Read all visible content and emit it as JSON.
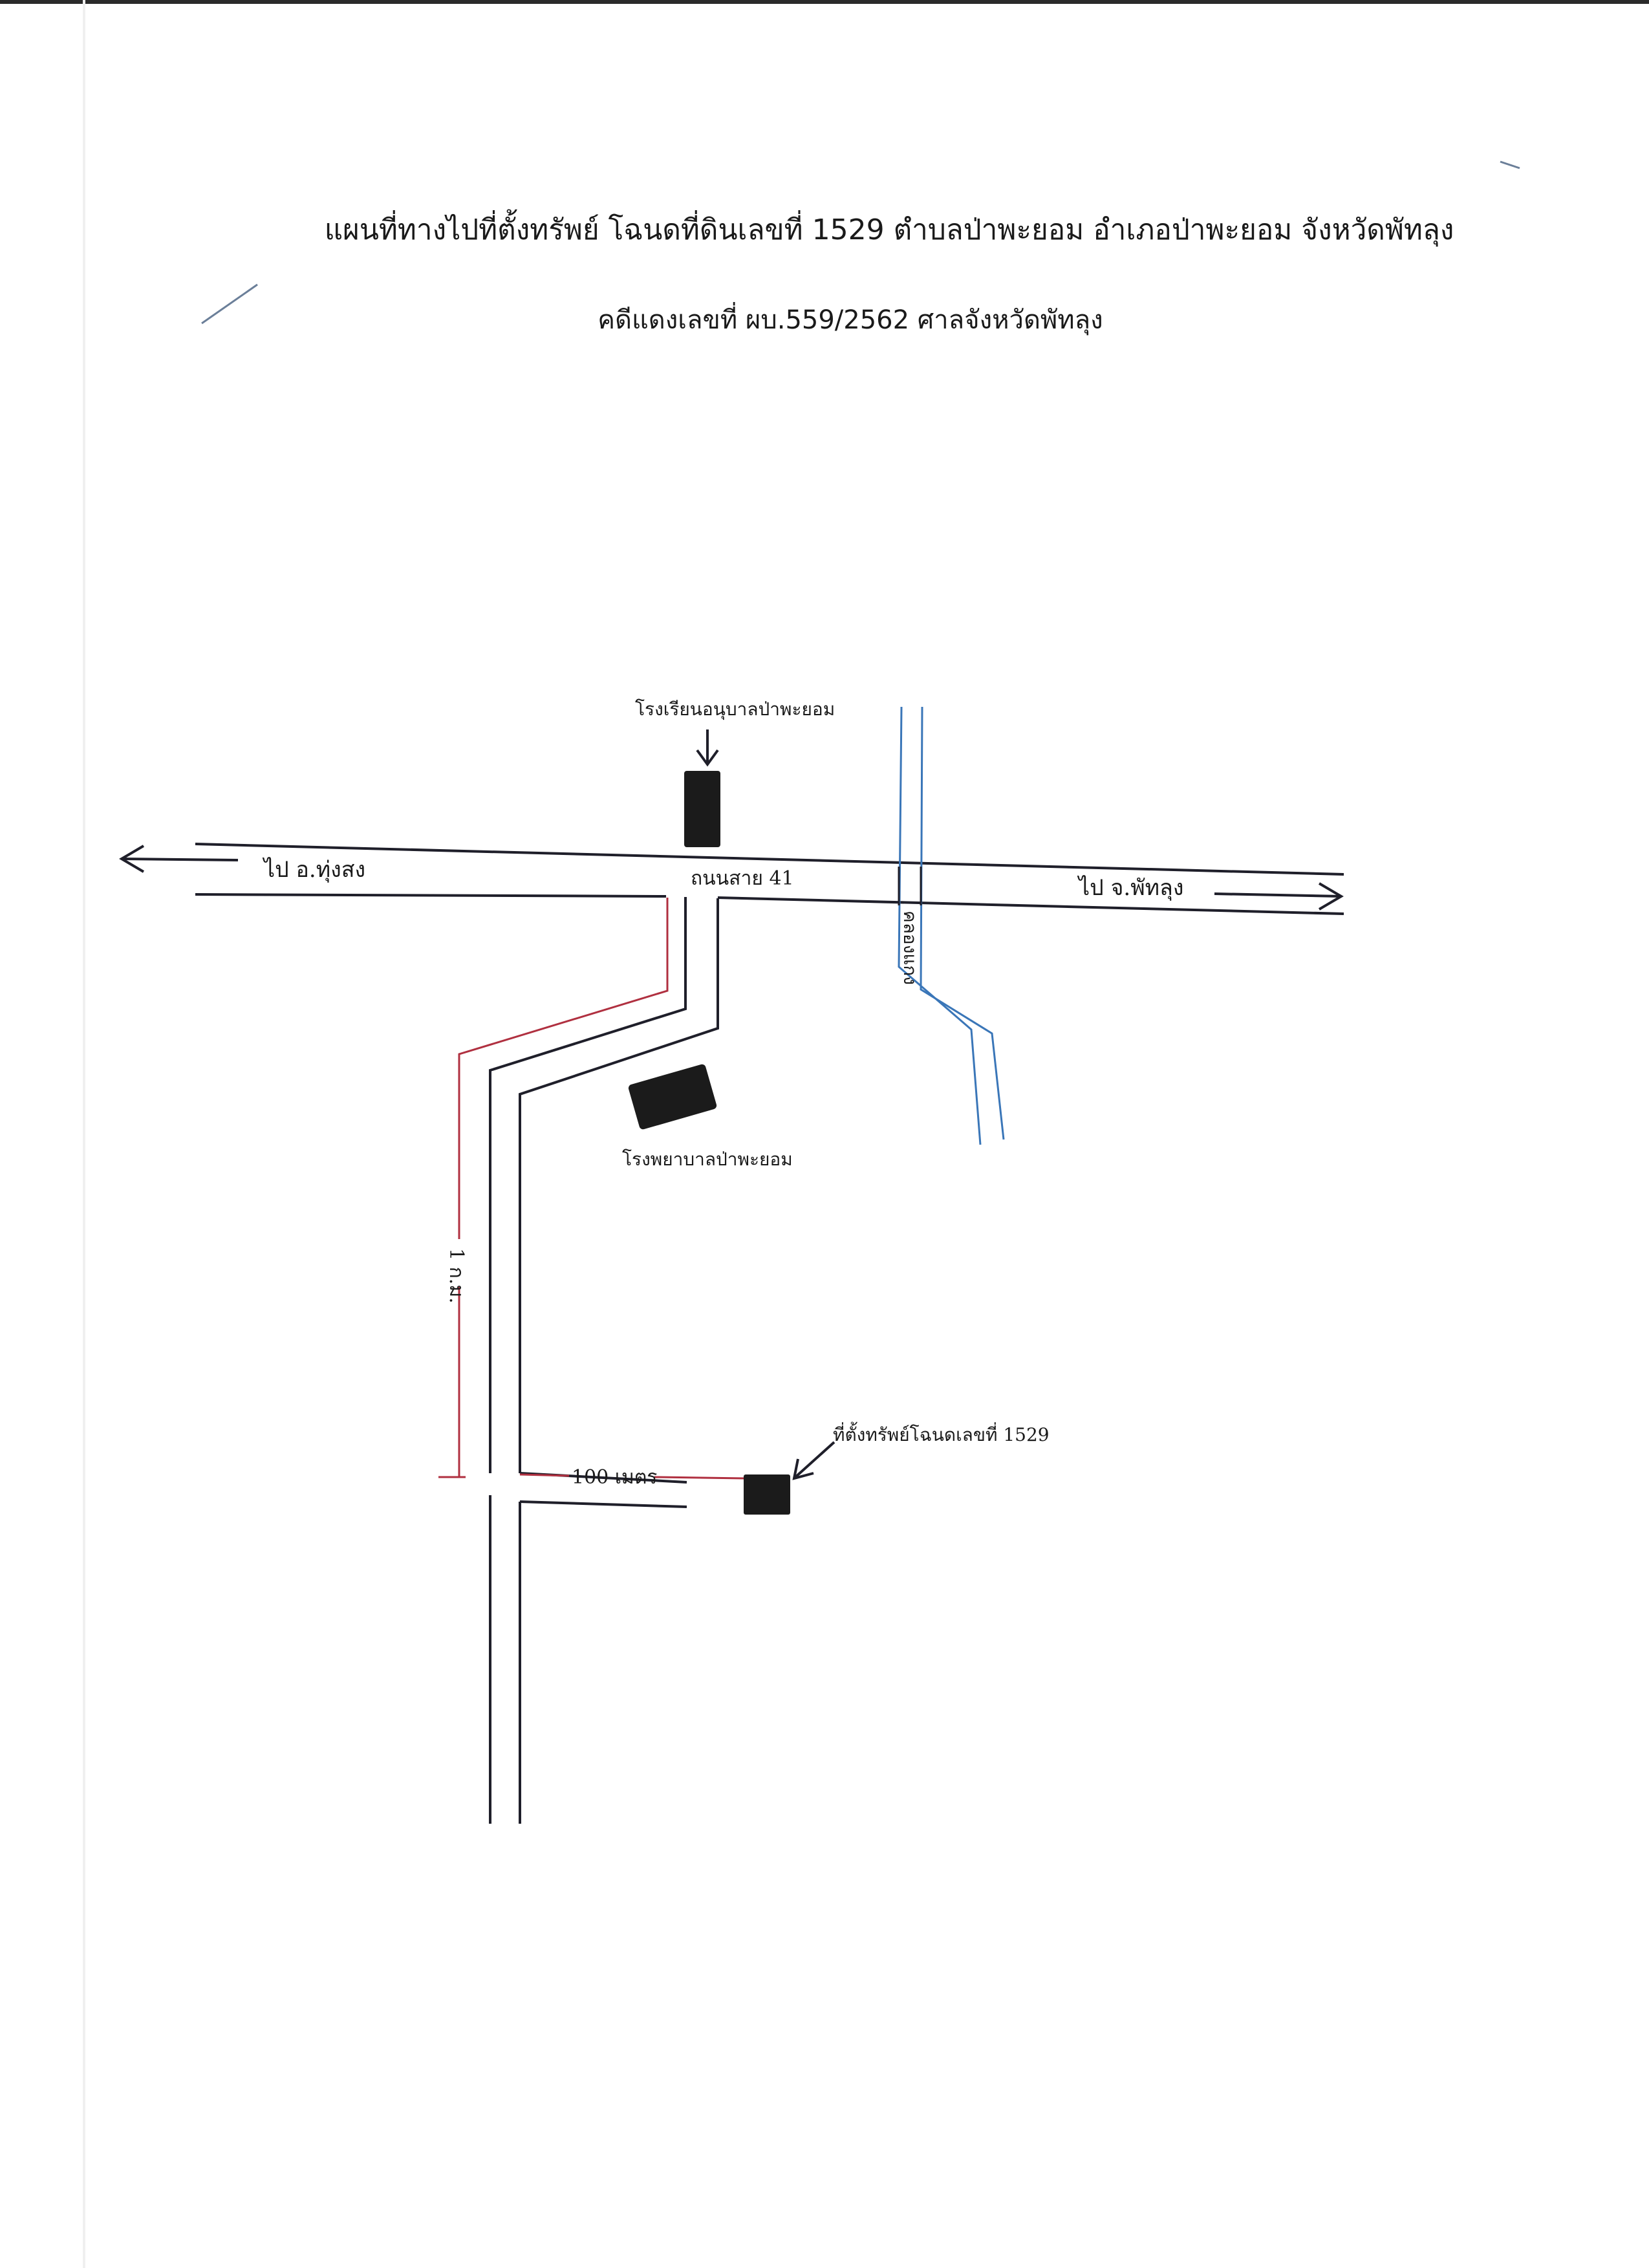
{
  "document": {
    "title": "แผนที่ทางไปที่ตั้งทรัพย์ โฉนดที่ดินเลขที่ 1529 ตำบลป่าพะยอม อำเภอป่าพะยอม จังหวัดพัทลุง",
    "subtitle": "คดีแดงเลขที่ ผบ.559/2562 ศาลจังหวัดพัทลุง"
  },
  "map": {
    "labels": {
      "school": "โรงเรียนอนุบาลป่าพะยอม",
      "main_road": "ถนนสาย 41",
      "to_west": "ไป อ.ทุ่งสง",
      "to_east": "ไป จ.พัทลุง",
      "canal": "คลองแกง",
      "hospital": "โรงพยาบาลป่าพะยอม",
      "distance_1km": "1 ก.ม.",
      "distance_100m": "100 เมตร",
      "property": "ที่ตั้งทรัพย์โฉนดเลขที่ 1529"
    },
    "colors": {
      "road": "#1f1f2a",
      "canal": "#3a76b8",
      "distance_line": "#b03040",
      "building": "#1b1b1b"
    }
  }
}
